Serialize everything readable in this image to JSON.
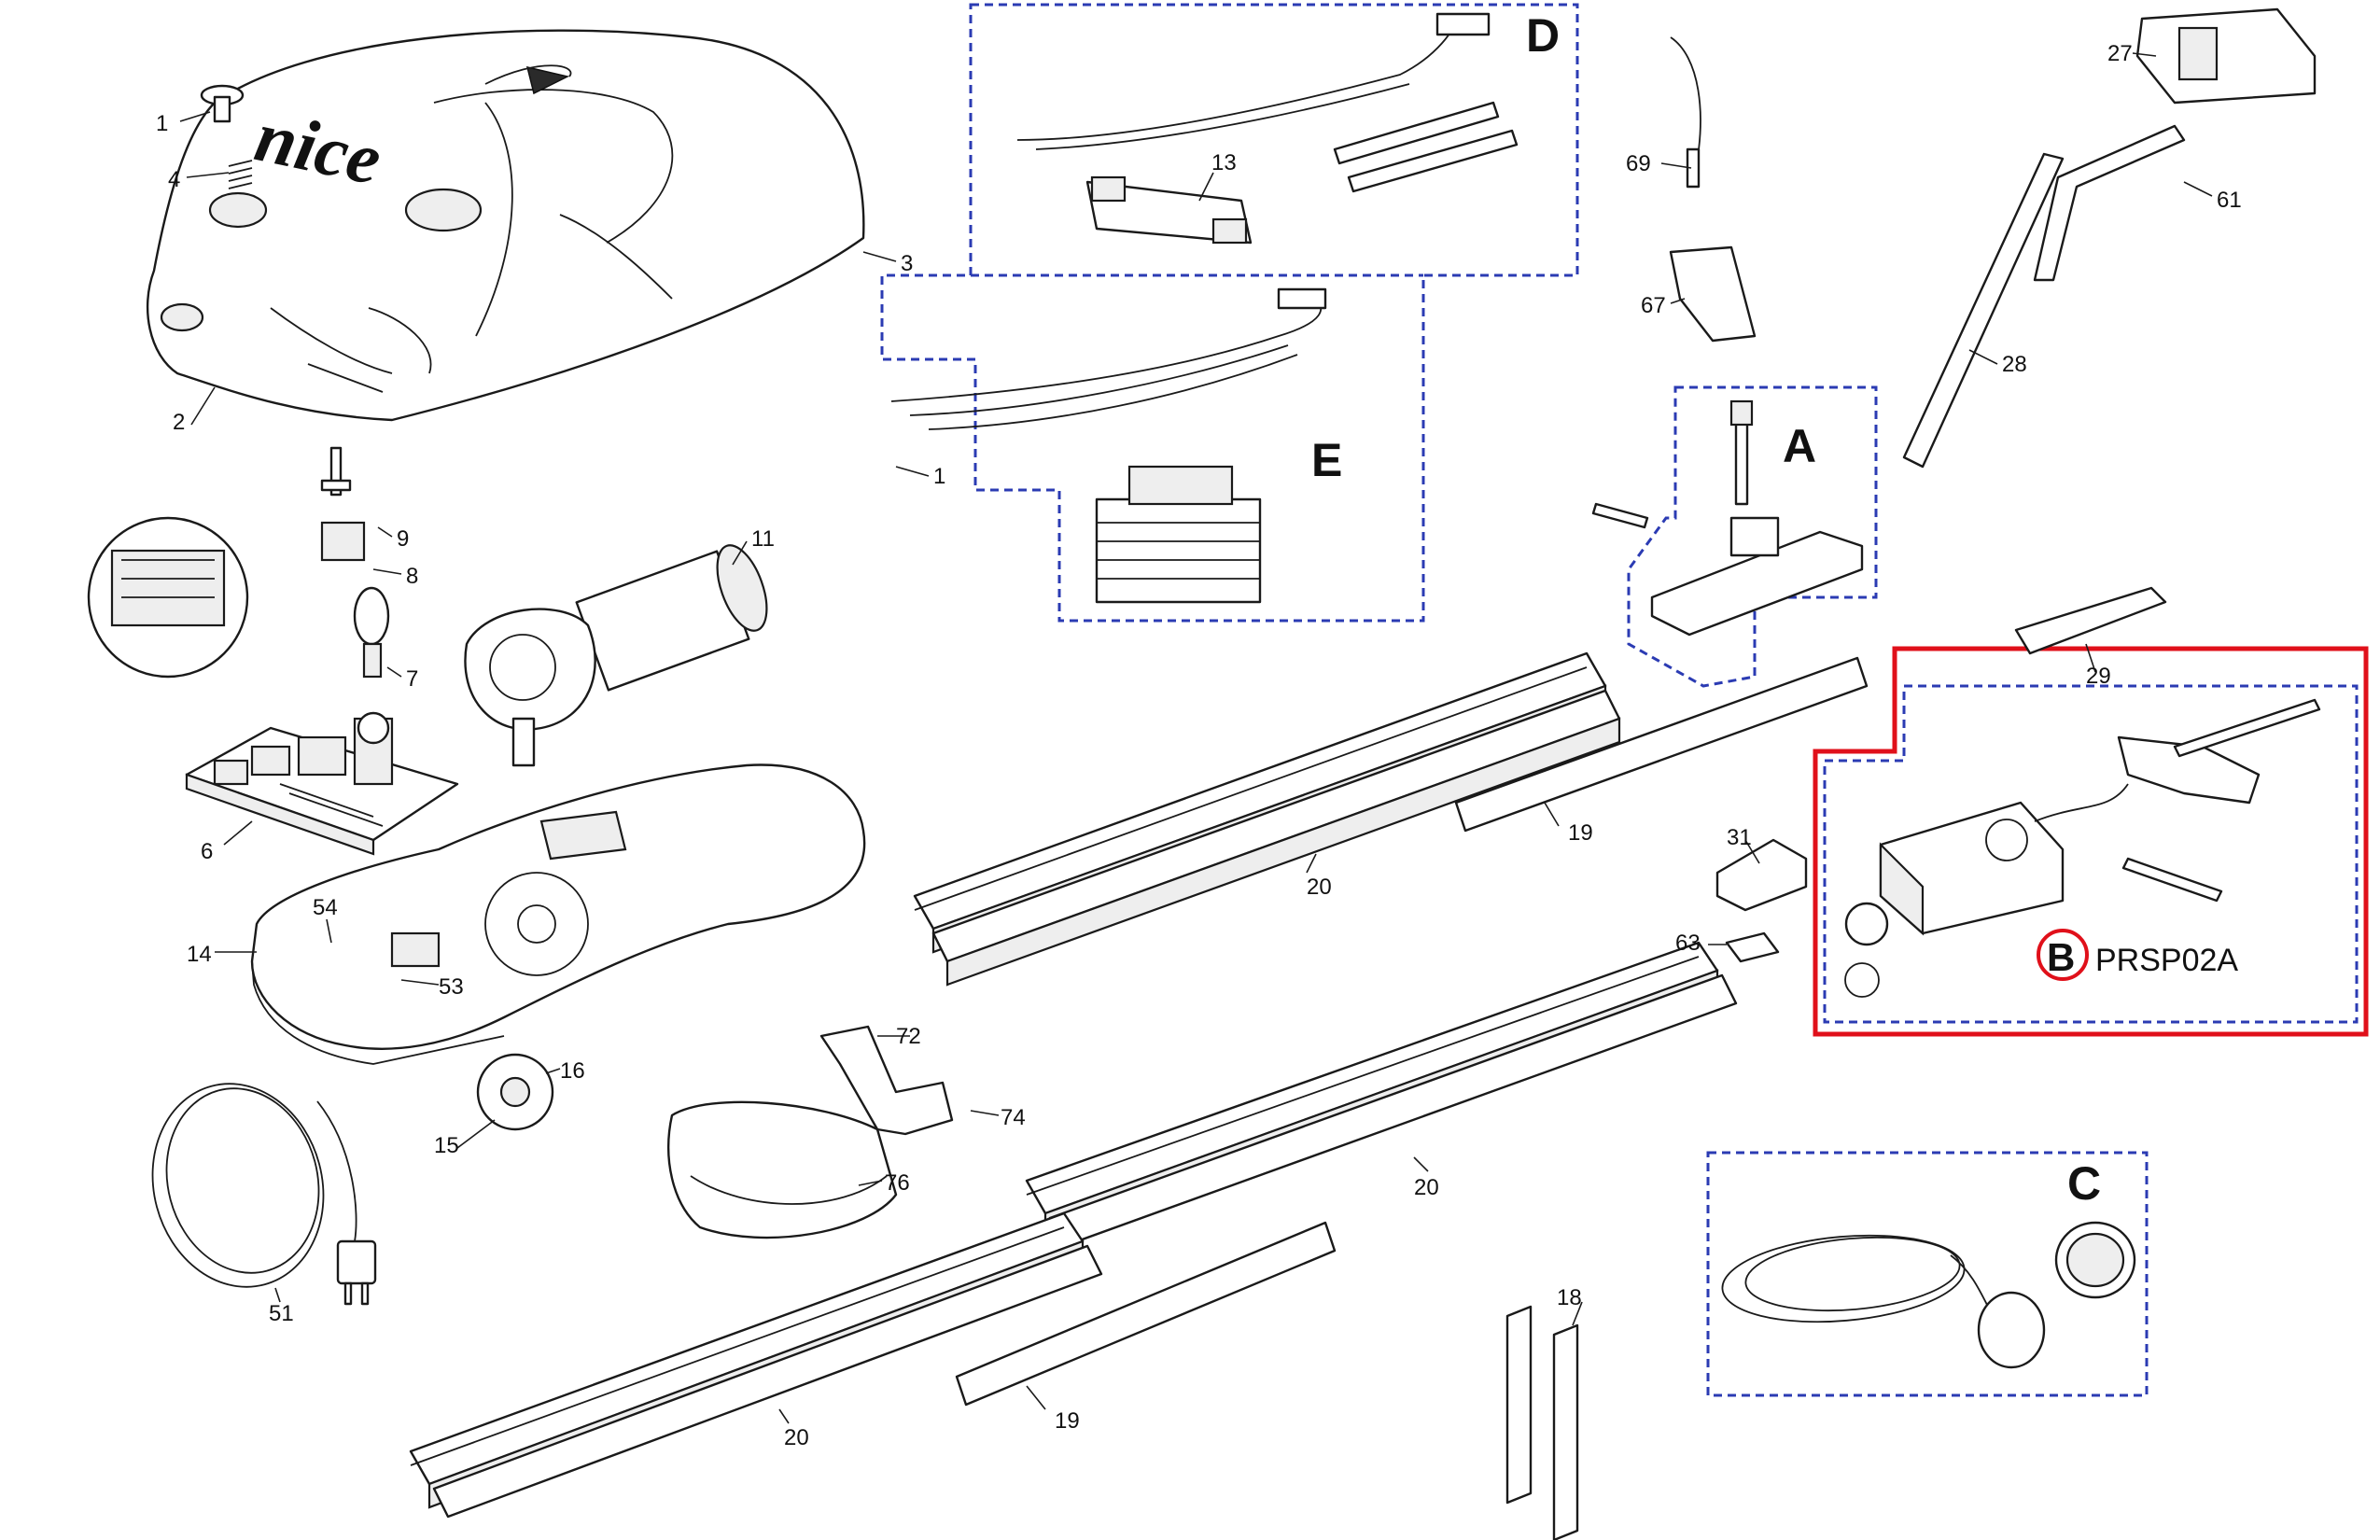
{
  "diagram": {
    "brand_logo_text": "nice",
    "groups": [
      {
        "id": "A",
        "label": "A"
      },
      {
        "id": "B",
        "label": "B",
        "code": "PRSP02A",
        "highlighted": true,
        "highlight_color": "#e0101a"
      },
      {
        "id": "C",
        "label": "C"
      },
      {
        "id": "D",
        "label": "D"
      },
      {
        "id": "E",
        "label": "E"
      }
    ],
    "callouts": [
      "1",
      "2",
      "3",
      "4",
      "1",
      "9",
      "8",
      "7",
      "6",
      "11",
      "14",
      "54",
      "53",
      "51",
      "15",
      "16",
      "72",
      "74",
      "76",
      "13",
      "20",
      "20",
      "20",
      "19",
      "19",
      "31",
      "63",
      "18",
      "69",
      "67",
      "27",
      "61",
      "28",
      "29"
    ],
    "colors": {
      "group_box": "#2b3bb3",
      "highlight": "#e0101a",
      "line": "#1a1a1a"
    }
  }
}
